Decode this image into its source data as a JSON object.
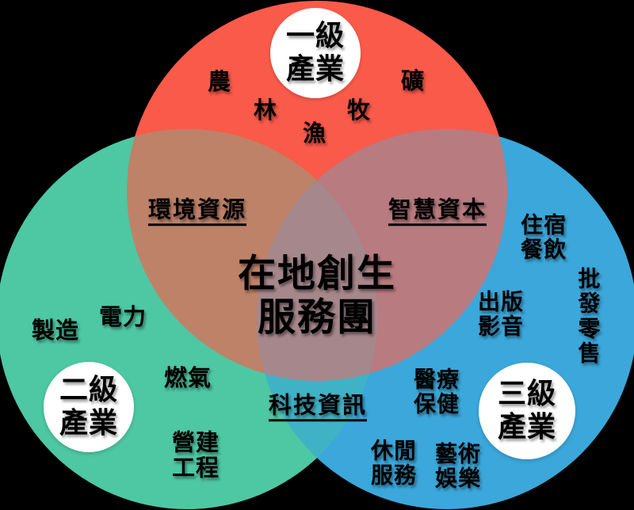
{
  "venn": {
    "colors": {
      "background": "#000000",
      "primary_red": "#FA5A4A",
      "secondary_teal": "#4EC7A3",
      "tertiary_blue": "#3BA7DA",
      "overlap_red_teal": "#BE8268",
      "overlap_red_blue": "#B87B7F",
      "overlap_teal_blue": "#40B2C5",
      "overlap_center": "#A6878C",
      "badge_white": "#FFFFFF",
      "text": "#000000"
    }
  },
  "center_title": "在地創生\n服務團",
  "badges": {
    "primary": "一級\n產業",
    "secondary": "二級\n產業",
    "tertiary": "三級\n產業"
  },
  "overlap_labels": {
    "environment": "環境資源",
    "intellect": "智慧資本",
    "technology": "科技資訊"
  },
  "primary_items": {
    "agriculture": "農",
    "forestry": "林",
    "fishery": "漁",
    "husbandry": "牧",
    "mining": "礦"
  },
  "secondary_items": {
    "manufacturing": "製造",
    "power": "電力",
    "gas": "燃氣",
    "construction": "營建\n工程"
  },
  "tertiary_items": {
    "lodging_catering": "住宿\n餐飲",
    "publishing_media": "出版\n影音",
    "wholesale_retail": "批發\n零售",
    "healthcare": "醫療\n保健",
    "leisure_service": "休閒\n服務",
    "arts_entertainment": "藝術\n娛樂"
  }
}
